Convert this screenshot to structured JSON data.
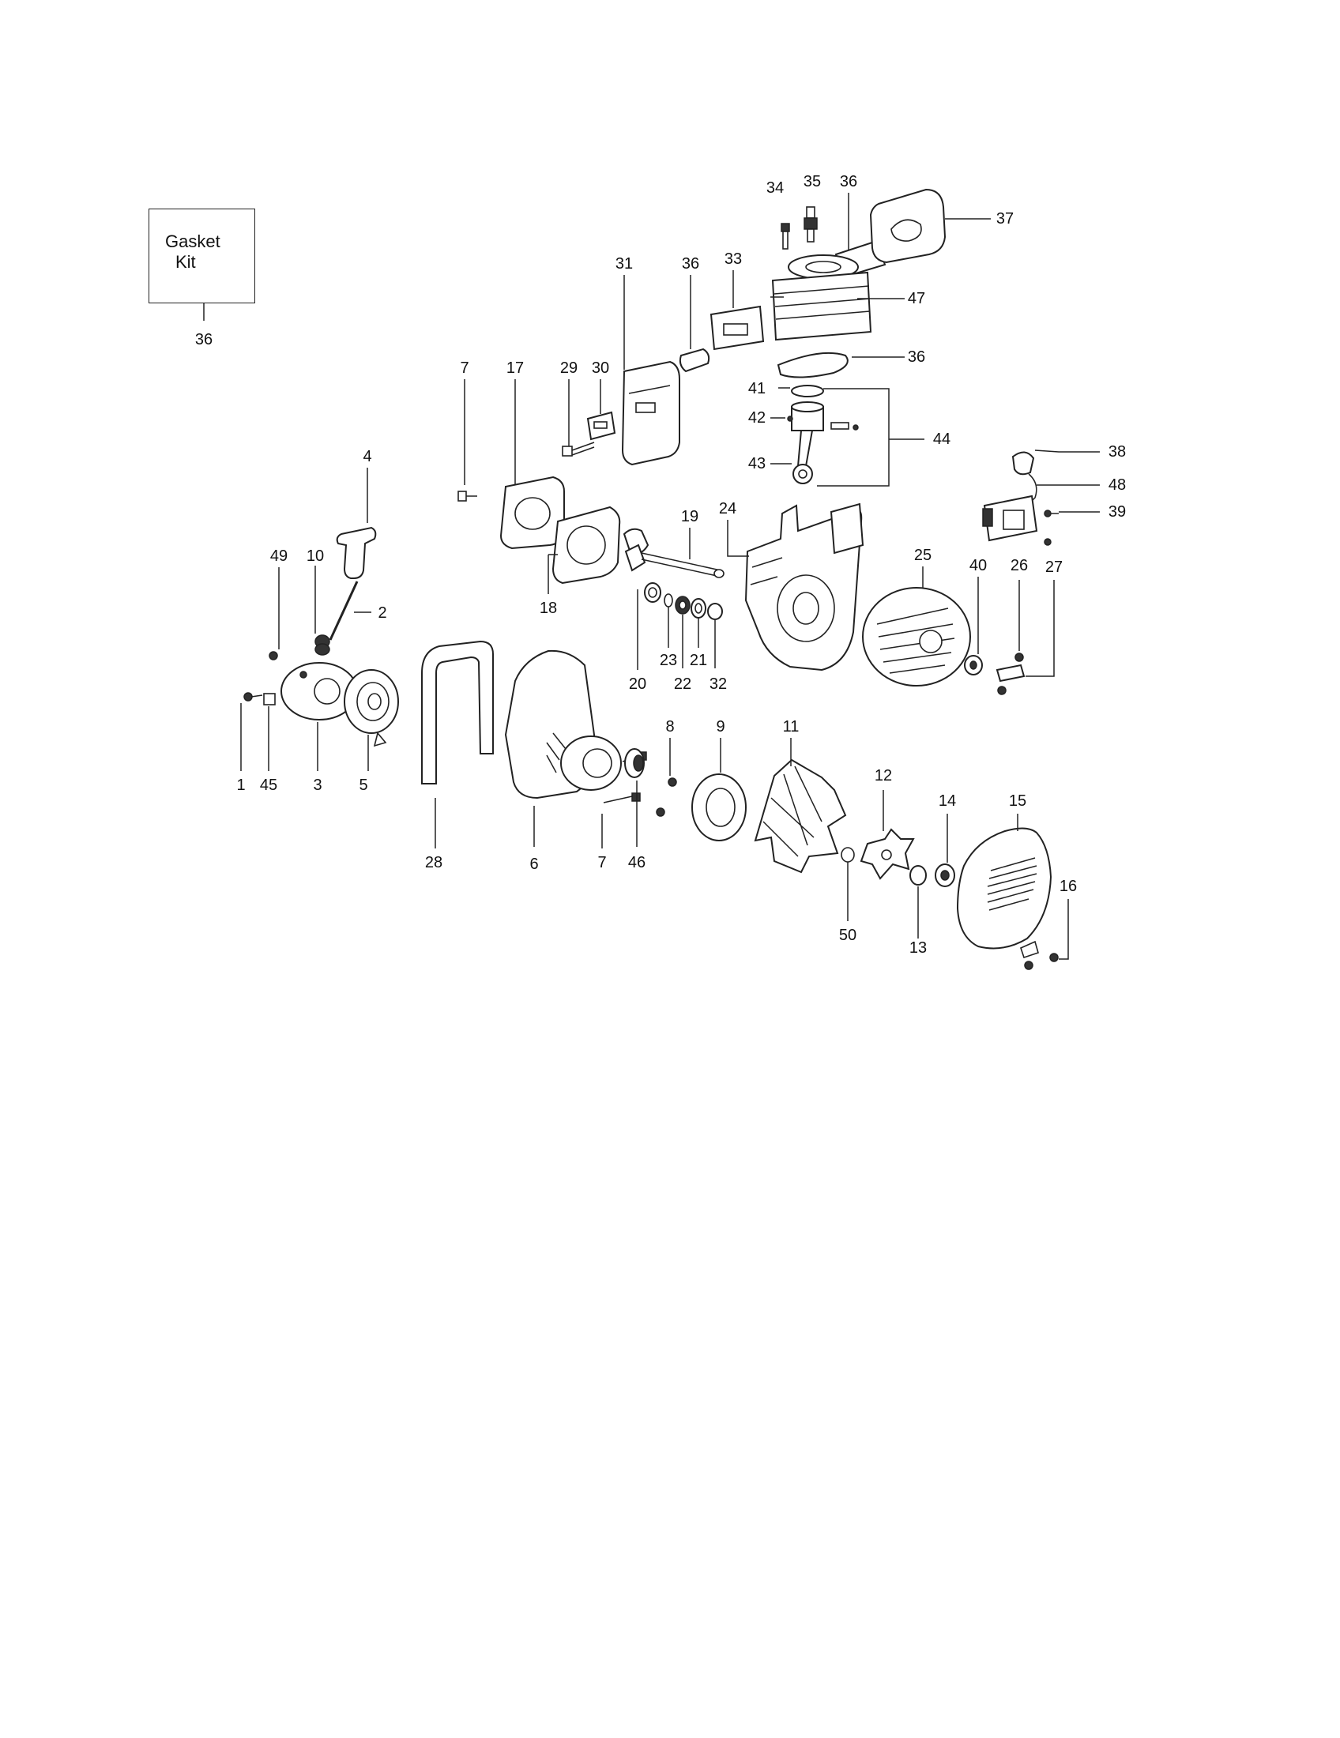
{
  "kit": {
    "line1": "Gasket",
    "line2": "Kit",
    "ref": "36"
  },
  "labels": {
    "p1": "1",
    "p2": "2",
    "p3": "3",
    "p4": "4",
    "p5": "5",
    "p6": "6",
    "p7a": "7",
    "p7b": "7",
    "p8": "8",
    "p9": "9",
    "p10": "10",
    "p11": "11",
    "p12": "12",
    "p13": "13",
    "p14": "14",
    "p15": "15",
    "p16": "16",
    "p17": "17",
    "p18": "18",
    "p19": "19",
    "p20": "20",
    "p21": "21",
    "p22": "22",
    "p23": "23",
    "p24": "24",
    "p25": "25",
    "p26": "26",
    "p27": "27",
    "p28": "28",
    "p29": "29",
    "p30": "30",
    "p31": "31",
    "p32": "32",
    "p33": "33",
    "p34": "34",
    "p35": "35",
    "p36a": "36",
    "p36b": "36",
    "p36c": "36",
    "p37": "37",
    "p38": "38",
    "p39": "39",
    "p40": "40",
    "p41": "41",
    "p42": "42",
    "p43": "43",
    "p44": "44",
    "p45": "45",
    "p46": "46",
    "p47": "47",
    "p48": "48",
    "p49": "49",
    "p50": "50"
  }
}
